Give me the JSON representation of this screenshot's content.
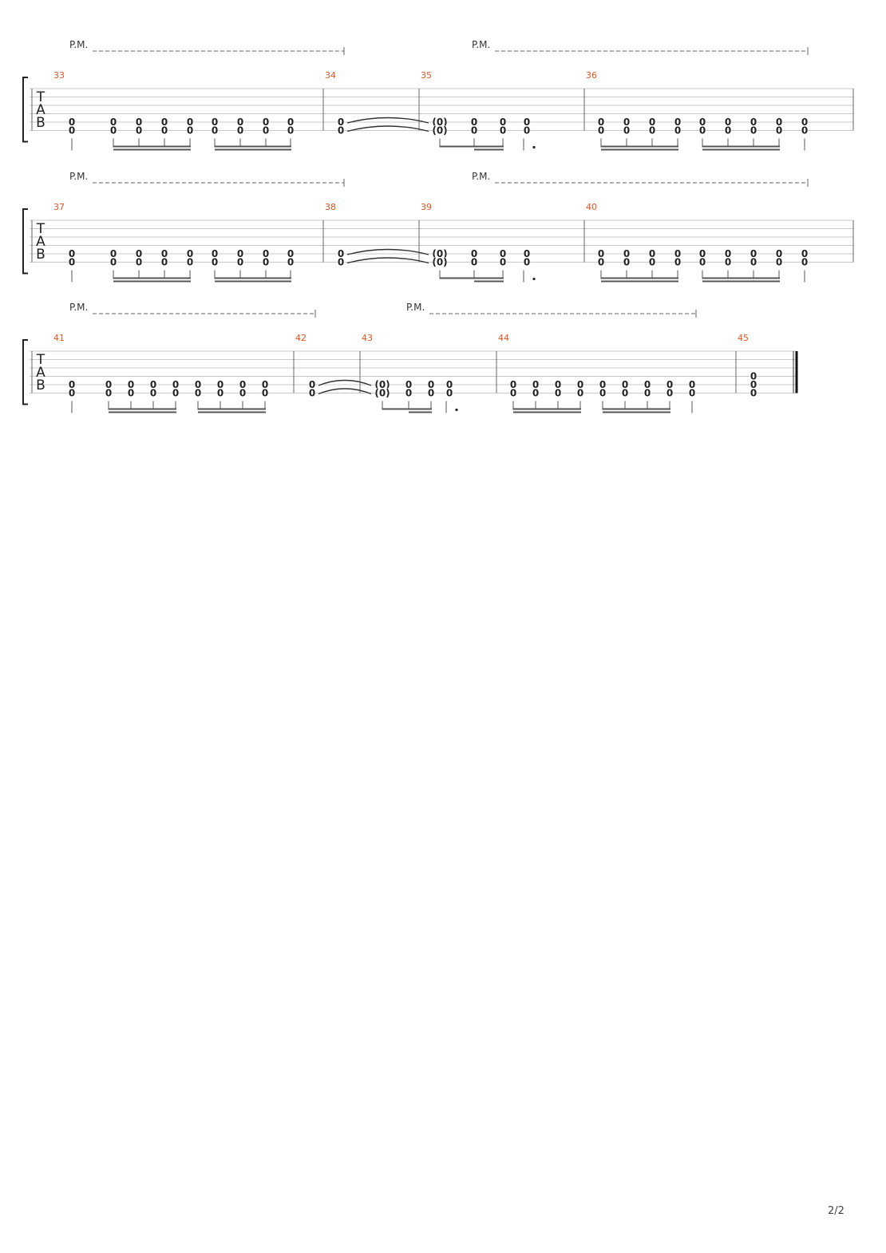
{
  "page_number": "2/2",
  "tab_clef": [
    "T",
    "A",
    "B"
  ],
  "palm_mute_label": "P.M.",
  "colors": {
    "measure_number": "#e8531f",
    "staff_line": "#c8c8c8",
    "ink": "#222222"
  },
  "systems": [
    {
      "measures": [
        {
          "number": "33",
          "content": "pm_riff_a",
          "palm_mute": "start"
        },
        {
          "number": "34",
          "content": "tied_power",
          "palm_mute": "end"
        },
        {
          "number": "35",
          "content": "tie_end_riff",
          "palm_mute": "start"
        },
        {
          "number": "36",
          "content": "pm_riff_b",
          "palm_mute": "end"
        }
      ]
    },
    {
      "measures": [
        {
          "number": "37",
          "content": "pm_riff_a",
          "palm_mute": "start"
        },
        {
          "number": "38",
          "content": "tied_power",
          "palm_mute": "end"
        },
        {
          "number": "39",
          "content": "tie_end_riff",
          "palm_mute": "start"
        },
        {
          "number": "40",
          "content": "pm_riff_b",
          "palm_mute": "end"
        }
      ]
    },
    {
      "measures": [
        {
          "number": "41",
          "content": "pm_riff_a",
          "palm_mute": "start"
        },
        {
          "number": "42",
          "content": "tied_power",
          "palm_mute": "end"
        },
        {
          "number": "43",
          "content": "tie_end_riff",
          "palm_mute": "start"
        },
        {
          "number": "44",
          "content": "pm_riff_b",
          "palm_mute": "end"
        },
        {
          "number": "45",
          "content": "final_chord",
          "final_barline": true
        }
      ]
    }
  ],
  "fret_value": "0",
  "tied_fret_value": "(0)",
  "final_chord_frets": [
    "0",
    "0",
    "0"
  ]
}
